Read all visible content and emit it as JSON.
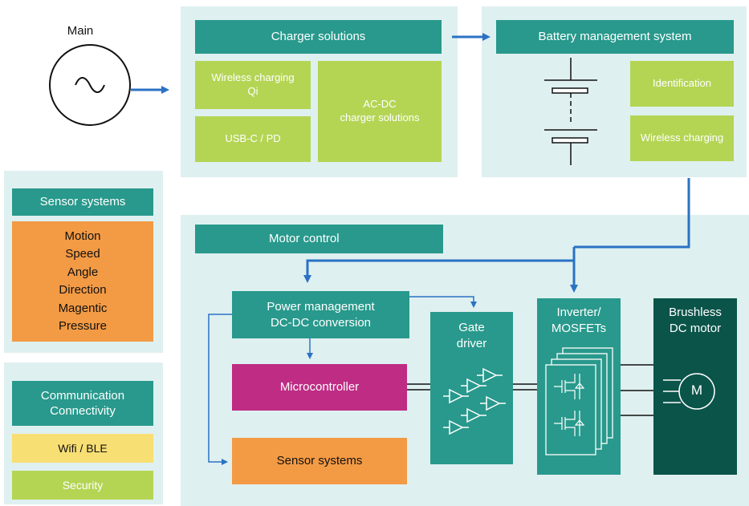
{
  "main": {
    "label": "Main"
  },
  "charger": {
    "title": "Charger solutions",
    "wireless": "Wireless charging\nQi",
    "usbc": "USB-C / PD",
    "acdc": "AC-DC\ncharger solutions"
  },
  "bms": {
    "title": "Battery management system",
    "identification": "Identification",
    "wireless": "Wireless charging"
  },
  "sensor_panel": {
    "title": "Sensor systems",
    "items": "Motion\nSpeed\nAngle\nDirection\nMagentic\nPressure"
  },
  "comm_panel": {
    "title": "Communication\nConnectivity",
    "wifi": "Wifi / BLE",
    "security": "Security"
  },
  "motor": {
    "title": "Motor control",
    "power": "Power management\nDC-DC conversion",
    "micro": "Microcontroller",
    "sensor": "Sensor systems",
    "gate": "Gate\ndriver",
    "inverter": "Inverter/\nMOSFETs",
    "bldc": "Brushless\nDC motor",
    "motor_symbol": "M"
  },
  "colors": {
    "teal": "#28998c",
    "green": "#b4d554",
    "orange": "#f39a44",
    "magenta": "#be2c84",
    "yellow": "#f8df74",
    "dark_green": "#0b5449",
    "panel": "#dff0f0",
    "arrow": "#2a72c4"
  }
}
